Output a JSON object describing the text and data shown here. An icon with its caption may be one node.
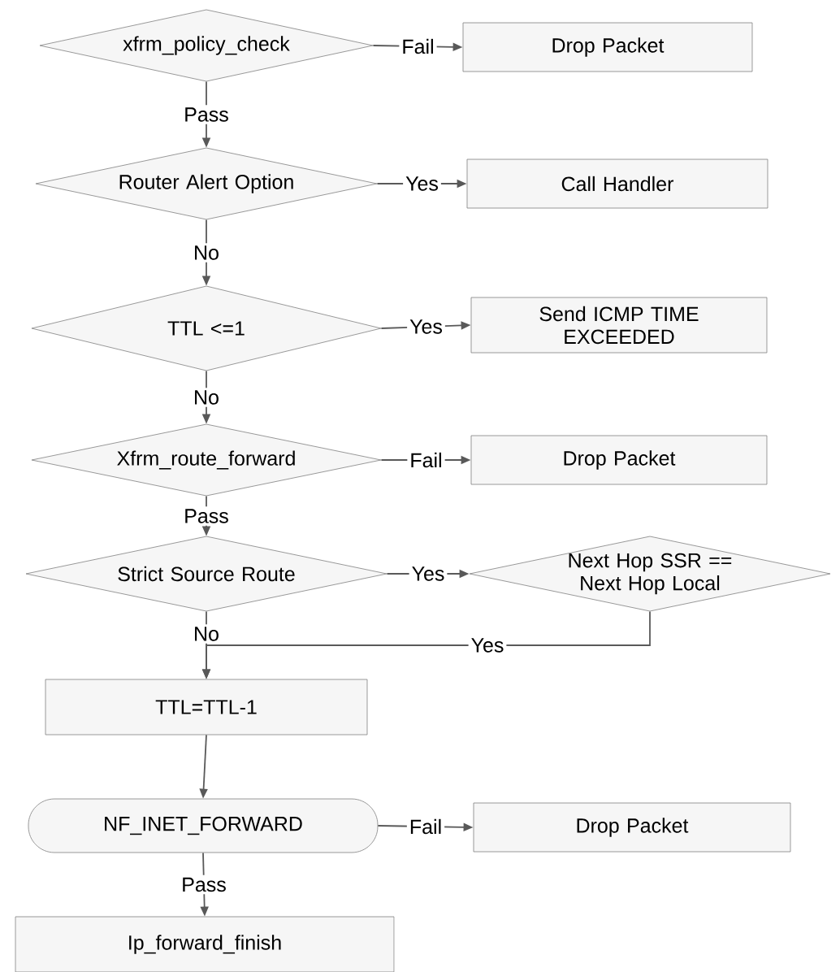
{
  "diagram": {
    "nodes": [
      {
        "text": [
          "xfrm_policy_check"
        ]
      },
      {
        "text": [
          "Drop Packet"
        ]
      },
      {
        "text": [
          "Router Alert Option"
        ]
      },
      {
        "text": [
          "Call Handler"
        ]
      },
      {
        "text": [
          "TTL <=1"
        ]
      },
      {
        "text": [
          "Send ICMP TIME EXCEEDED"
        ]
      },
      {
        "text": [
          "Xfrm_route_forward"
        ]
      },
      {
        "text": [
          "Drop Packet"
        ]
      },
      {
        "text": [
          "Strict Source Route"
        ]
      },
      {
        "text": [
          "Next Hop SSR == Next Hop Local"
        ]
      },
      {
        "text": [
          "TTL=TTL-1"
        ]
      },
      {
        "text": [
          "NF_INET_FORWARD"
        ]
      },
      {
        "text": [
          "Drop Packet"
        ]
      },
      {
        "text": [
          "Ip_forward_finish"
        ]
      }
    ],
    "edges": [
      {
        "from": 0,
        "to": 1,
        "arrow": "to",
        "label": "Fail"
      },
      {
        "from": 0,
        "to": 2,
        "arrow": "to",
        "label": "Pass"
      },
      {
        "from": 2,
        "to": 3,
        "arrow": "to",
        "label": "Yes"
      },
      {
        "from": 2,
        "to": 4,
        "arrow": "to",
        "label": "No"
      },
      {
        "from": 4,
        "to": 5,
        "arrow": "to",
        "label": "Yes"
      },
      {
        "from": 4,
        "to": 6,
        "arrow": "to",
        "label": "No"
      },
      {
        "from": 6,
        "to": 7,
        "arrow": "to",
        "label": "Fail"
      },
      {
        "from": 6,
        "to": 8,
        "arrow": "to",
        "label": "Pass"
      },
      {
        "from": 8,
        "to": 9,
        "arrow": "to",
        "label": "Yes"
      },
      {
        "from": 8,
        "to": 10,
        "arrow": "to",
        "label": "No"
      },
      {
        "from": 9,
        "to": 10,
        "arrow": "to",
        "label": "Yes"
      },
      {
        "from": 10,
        "to": 11,
        "arrow": "to"
      },
      {
        "from": 11,
        "to": 12,
        "arrow": "to",
        "label": "Fail"
      },
      {
        "from": 11,
        "to": 13,
        "arrow": "to",
        "label": "Pass"
      }
    ]
  }
}
